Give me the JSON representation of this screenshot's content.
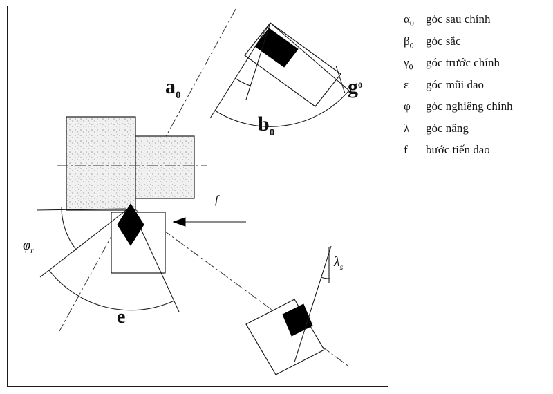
{
  "colors": {
    "ink": "#1a1a1a",
    "insert_fill": "#000000",
    "background": "#ffffff"
  },
  "legend": {
    "items": [
      {
        "sym": "α",
        "sub": "0",
        "label": "góc sau chính"
      },
      {
        "sym": "β",
        "sub": "0",
        "label": "góc sắc"
      },
      {
        "sym": "γ",
        "sub": "0",
        "label": "góc trước chính"
      },
      {
        "sym": "ε",
        "sub": "",
        "label": "góc mũi dao"
      },
      {
        "sym": "φ",
        "sub": "",
        "label": "góc nghiêng chính"
      },
      {
        "sym": "λ",
        "sub": "",
        "label": "góc nâng"
      },
      {
        "sym": "f",
        "sub": "",
        "label": "bước tiến dao"
      }
    ]
  },
  "diagram": {
    "labels": {
      "alpha_main": "a",
      "alpha_sub": "0",
      "beta_main": "b",
      "beta_sub": "0",
      "gamma_main": "g",
      "gamma_sub": "0",
      "phi_main": "φ",
      "phi_sub": "r",
      "epsilon_main": "e",
      "feed_main": "f",
      "lambda_main": "λ",
      "lambda_sub": "s"
    }
  }
}
